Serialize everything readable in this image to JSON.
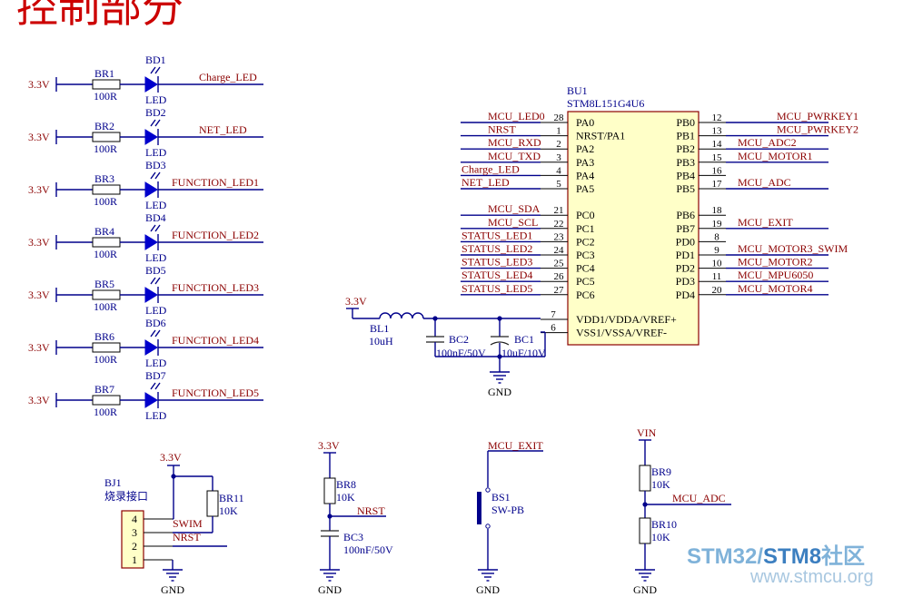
{
  "title": "控制部分",
  "led_rows": [
    {
      "power": "3.3V",
      "res": "BR1",
      "res_val": "100R",
      "led": "BD1",
      "led_val": "LED",
      "net": "Charge_LED"
    },
    {
      "power": "3.3V",
      "res": "BR2",
      "res_val": "100R",
      "led": "BD2",
      "led_val": "LED",
      "net": "NET_LED"
    },
    {
      "power": "3.3V",
      "res": "BR3",
      "res_val": "100R",
      "led": "BD3",
      "led_val": "LED",
      "net": "FUNCTION_LED1"
    },
    {
      "power": "3.3V",
      "res": "BR4",
      "res_val": "100R",
      "led": "BD4",
      "led_val": "LED",
      "net": "FUNCTION_LED2"
    },
    {
      "power": "3.3V",
      "res": "BR5",
      "res_val": "100R",
      "led": "BD5",
      "led_val": "LED",
      "net": "FUNCTION_LED3"
    },
    {
      "power": "3.3V",
      "res": "BR6",
      "res_val": "100R",
      "led": "BD6",
      "led_val": "LED",
      "net": "FUNCTION_LED4"
    },
    {
      "power": "3.3V",
      "res": "BR7",
      "res_val": "100R",
      "led": "BD7",
      "led_val": "LED",
      "net": "FUNCTION_LED5"
    }
  ],
  "mcu": {
    "designator": "BU1",
    "part": "STM8L151G4U6",
    "left_pins": [
      {
        "name": "PA0",
        "num": "28",
        "net": "MCU_LED0"
      },
      {
        "name": "NRST/PA1",
        "num": "1",
        "net": "NRST"
      },
      {
        "name": "PA2",
        "num": "2",
        "net": "MCU_RXD"
      },
      {
        "name": "PA3",
        "num": "3",
        "net": "MCU_TXD"
      },
      {
        "name": "PA4",
        "num": "4",
        "net": "Charge_LED"
      },
      {
        "name": "PA5",
        "num": "5",
        "net": "NET_LED"
      },
      {
        "name": "PC0",
        "num": "21",
        "net": "MCU_SDA"
      },
      {
        "name": "PC1",
        "num": "22",
        "net": "MCU_SCL"
      },
      {
        "name": "PC2",
        "num": "23",
        "net": "STATUS_LED1"
      },
      {
        "name": "PC3",
        "num": "24",
        "net": "STATUS_LED2"
      },
      {
        "name": "PC4",
        "num": "25",
        "net": "STATUS_LED3"
      },
      {
        "name": "PC5",
        "num": "26",
        "net": "STATUS_LED4"
      },
      {
        "name": "PC6",
        "num": "27",
        "net": "STATUS_LED5"
      }
    ],
    "right_pins": [
      {
        "name": "PB0",
        "num": "12",
        "net": "MCU_PWRKEY1"
      },
      {
        "name": "PB1",
        "num": "13",
        "net": "MCU_PWRKEY2"
      },
      {
        "name": "PB2",
        "num": "14",
        "net": "MCU_ADC2"
      },
      {
        "name": "PB3",
        "num": "15",
        "net": "MCU_MOTOR1"
      },
      {
        "name": "PB4",
        "num": "16",
        "net": ""
      },
      {
        "name": "PB5",
        "num": "17",
        "net": "MCU_ADC"
      },
      {
        "name": "PB6",
        "num": "18",
        "net": ""
      },
      {
        "name": "PB7",
        "num": "19",
        "net": "MCU_EXIT"
      },
      {
        "name": "PD0",
        "num": "8",
        "net": ""
      },
      {
        "name": "PD1",
        "num": "9",
        "net": "MCU_MOTOR3_SWIM"
      },
      {
        "name": "PD2",
        "num": "10",
        "net": "MCU_MOTOR2"
      },
      {
        "name": "PD3",
        "num": "11",
        "net": "MCU_MPU6050"
      },
      {
        "name": "PD4",
        "num": "20",
        "net": "MCU_MOTOR4"
      }
    ],
    "power_pins": [
      {
        "name": "VDD1/VDDA/VREF+",
        "num": "7"
      },
      {
        "name": "VSS1/VSSA/VREF-",
        "num": "6"
      }
    ]
  },
  "supply": {
    "power": "3.3V",
    "inductor": "BL1",
    "inductor_val": "10uH",
    "cap1": "BC2",
    "cap1_val": "100nF/50V",
    "cap2": "BC1",
    "cap2_val": "10uF/10V",
    "ground": "GND"
  },
  "prog": {
    "connector": "BJ1",
    "connector_val": "烧录接口",
    "pins": [
      "4",
      "3",
      "2",
      "1"
    ],
    "power": "3.3V",
    "res": "BR11",
    "res_val": "10K",
    "net_swim": "SWIM",
    "net_nrst": "NRST",
    "ground": "GND"
  },
  "reset": {
    "power": "3.3V",
    "res": "BR8",
    "res_val": "10K",
    "net": "NRST",
    "cap": "BC3",
    "cap_val": "100nF/50V",
    "ground": "GND"
  },
  "button": {
    "net": "MCU_EXIT",
    "sw": "BS1",
    "sw_val": "SW-PB",
    "ground": "GND"
  },
  "divider": {
    "power": "VIN",
    "res1": "BR9",
    "res1_val": "10K",
    "net": "MCU_ADC",
    "res2": "BR10",
    "res2_val": "10K",
    "ground": "GND"
  },
  "watermark": {
    "line1a": "STM32/",
    "line1b": "STM8",
    "line1c": "社区",
    "line2": "www.stmcu.org"
  },
  "colors": {
    "wire": "#00008b",
    "net_label": "#8b0000",
    "title": "#cc0000",
    "body_fill": "#ffffc8",
    "body_stroke": "#8b0000"
  }
}
